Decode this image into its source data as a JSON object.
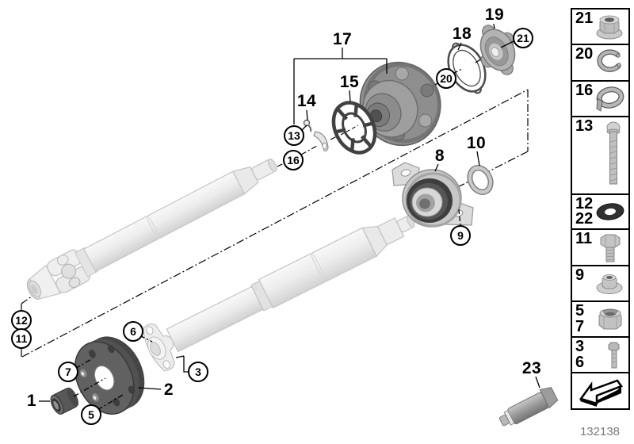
{
  "figure": {
    "footer_code": "132138",
    "subject": "propeller-shaft-exploded-diagram"
  },
  "colors": {
    "background": "#ffffff",
    "line": "#000000",
    "part_dark": "#565656",
    "part_light": "#ececec",
    "code_text": "#7b7b7b"
  },
  "callouts": {
    "n1": "1",
    "n2": "2",
    "n3": "3",
    "n5": "5",
    "n6": "6",
    "n7": "7",
    "n8": "8",
    "n9": "9",
    "n10": "10",
    "n11": "11",
    "n12": "12",
    "n13": "13",
    "n14": "14",
    "n15": "15",
    "n16": "16",
    "n17": "17",
    "n18": "18",
    "n19": "19",
    "n20": "20",
    "n21": "21",
    "n23": "23"
  },
  "sidebar": {
    "rows": [
      {
        "labels": [
          "21"
        ],
        "icon": "flange-nut-icon"
      },
      {
        "labels": [
          "20"
        ],
        "icon": "snap-ring-icon"
      },
      {
        "labels": [
          "16"
        ],
        "icon": "clamp-band-icon"
      },
      {
        "labels": [
          "13"
        ],
        "icon": "long-bolt-icon"
      },
      {
        "labels": [
          "12",
          "22"
        ],
        "icon": "washer-icon"
      },
      {
        "labels": [
          "11"
        ],
        "icon": "hex-bolt-icon"
      },
      {
        "labels": [
          "9"
        ],
        "icon": "collar-nut-icon"
      },
      {
        "labels": [
          "5",
          "7"
        ],
        "icon": "lock-nut-icon"
      },
      {
        "labels": [
          "3",
          "6"
        ],
        "icon": "stud-bolt-icon"
      },
      {
        "labels": [],
        "icon": "install-direction-arrow-icon"
      }
    ],
    "footer_code": "132138"
  }
}
